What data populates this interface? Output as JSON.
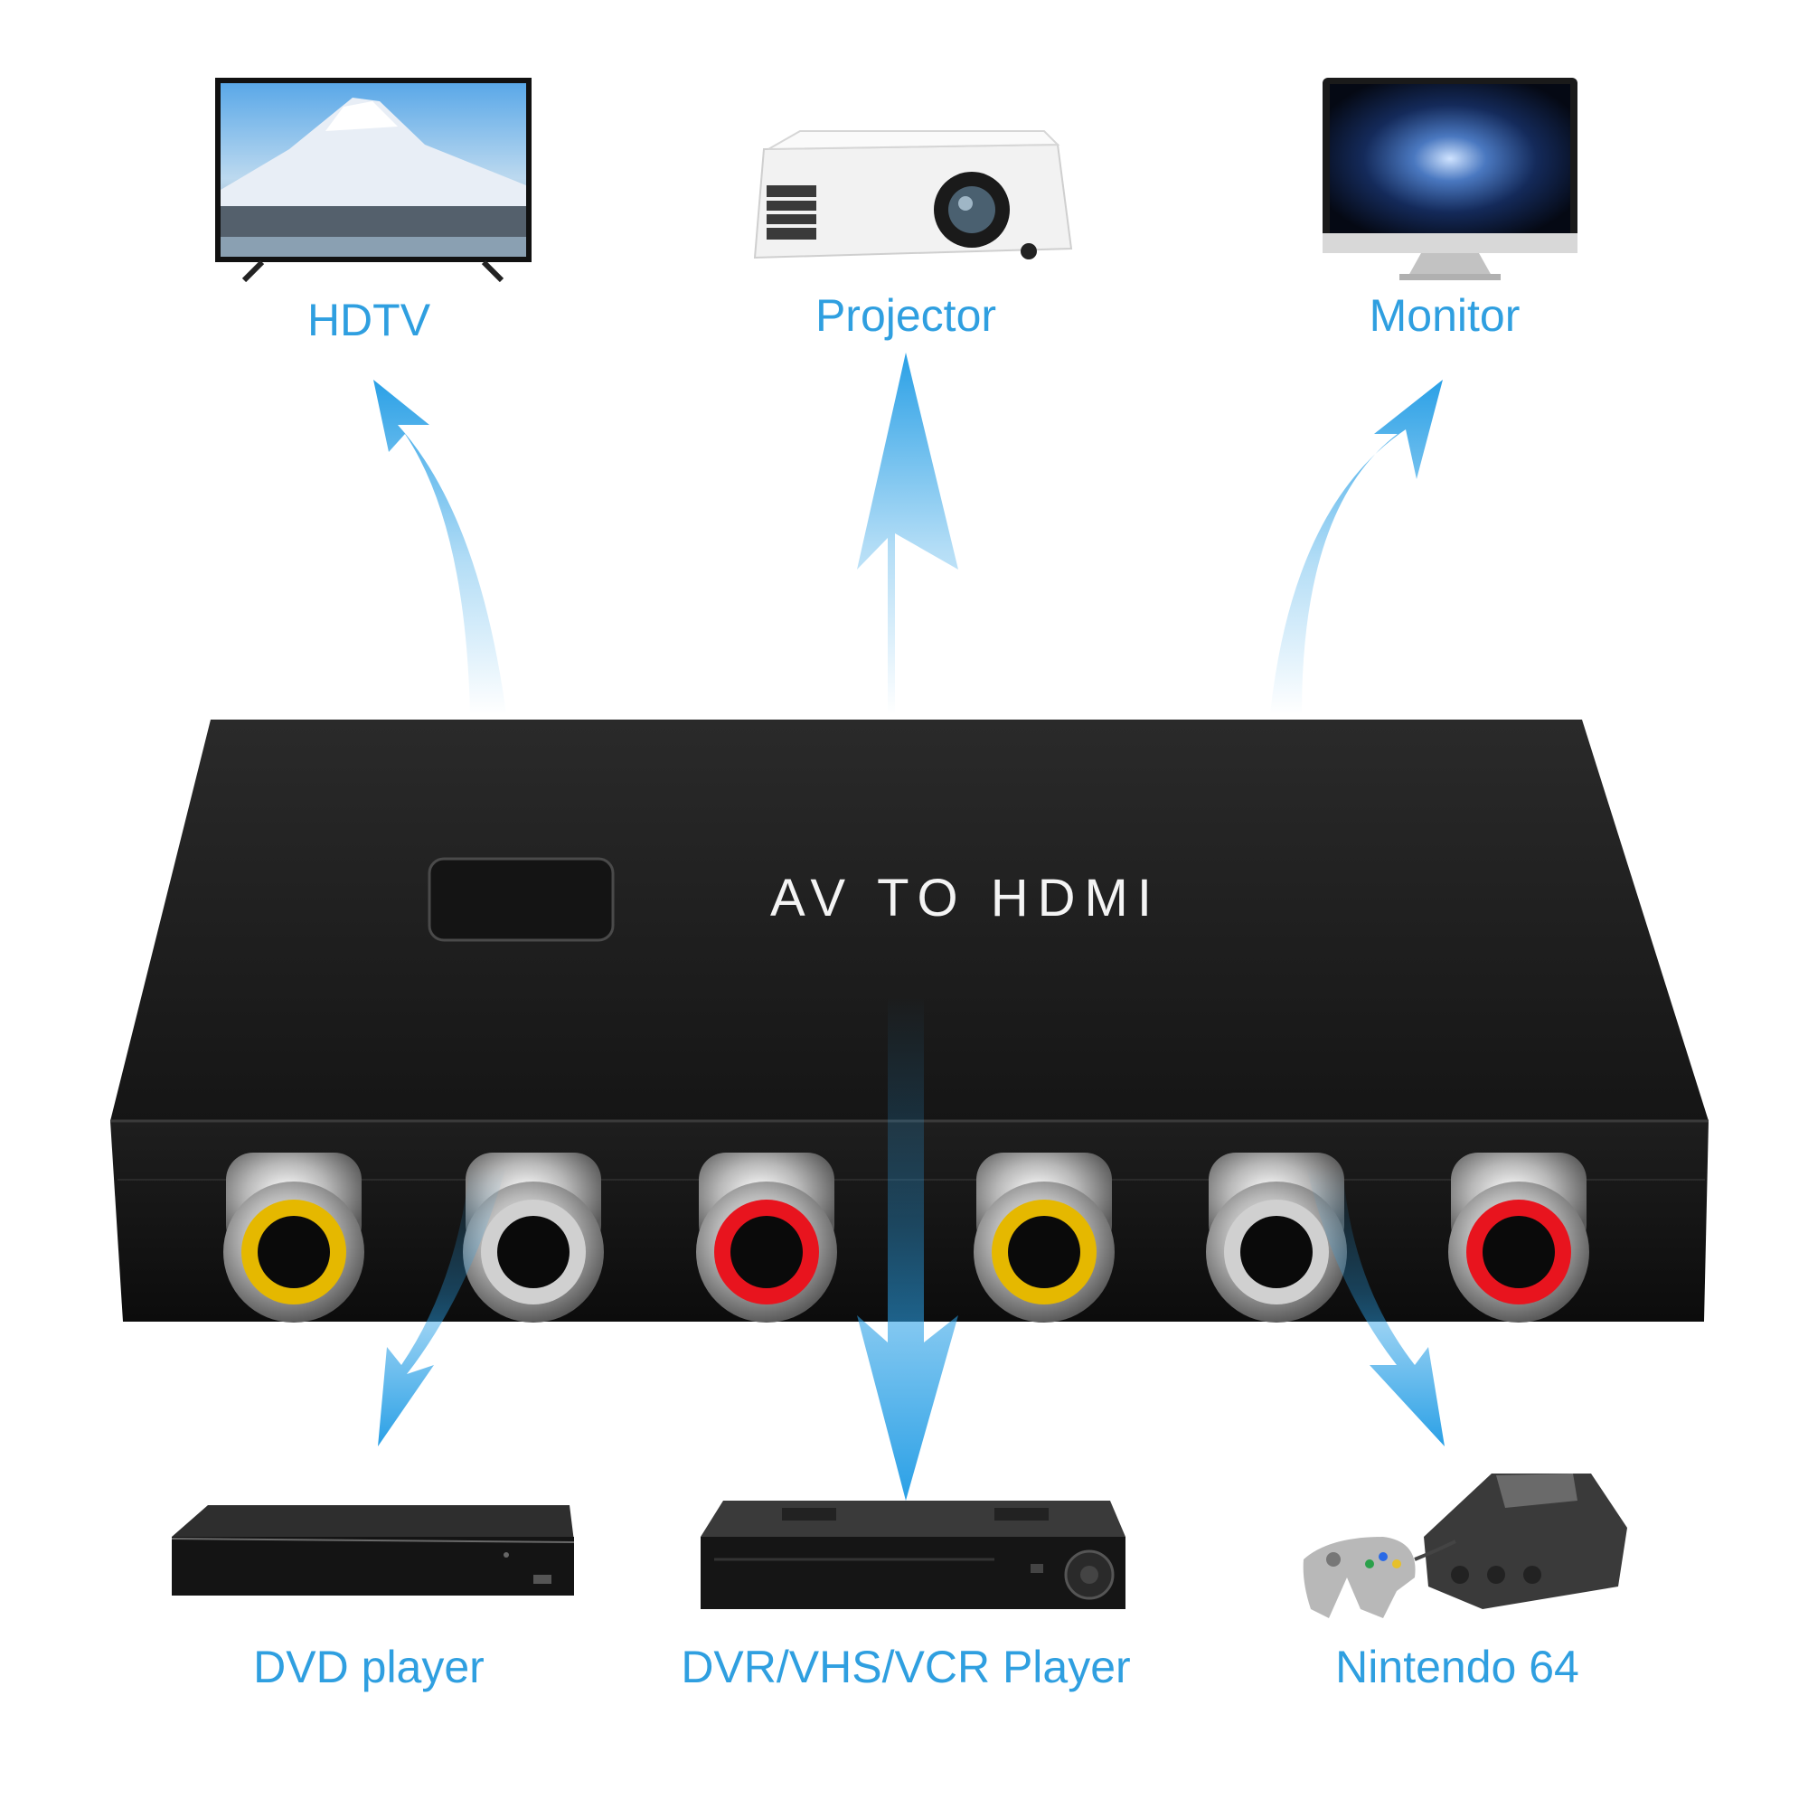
{
  "outputs": [
    {
      "label": "HDTV",
      "icon": "tv-icon"
    },
    {
      "label": "Projector",
      "icon": "projector-icon"
    },
    {
      "label": "Monitor",
      "icon": "monitor-icon"
    }
  ],
  "inputs": [
    {
      "label": "DVD player",
      "icon": "dvd-player-icon"
    },
    {
      "label": "DVR/VHS/VCR Player",
      "icon": "dvr-player-icon"
    },
    {
      "label": "Nintendo 64",
      "icon": "n64-console-icon"
    }
  ],
  "converter": {
    "label": "AV TO HDMI",
    "ports": [
      {
        "color": "#e5b800"
      },
      {
        "color": "#d0d0d0"
      },
      {
        "color": "#e8141e"
      },
      {
        "color": "#e5b800"
      },
      {
        "color": "#d0d0d0"
      },
      {
        "color": "#e8141e"
      }
    ]
  },
  "colors": {
    "label": "#2f9fe0",
    "arrow": "#2aa0e6",
    "box": "#1b1b1b"
  }
}
